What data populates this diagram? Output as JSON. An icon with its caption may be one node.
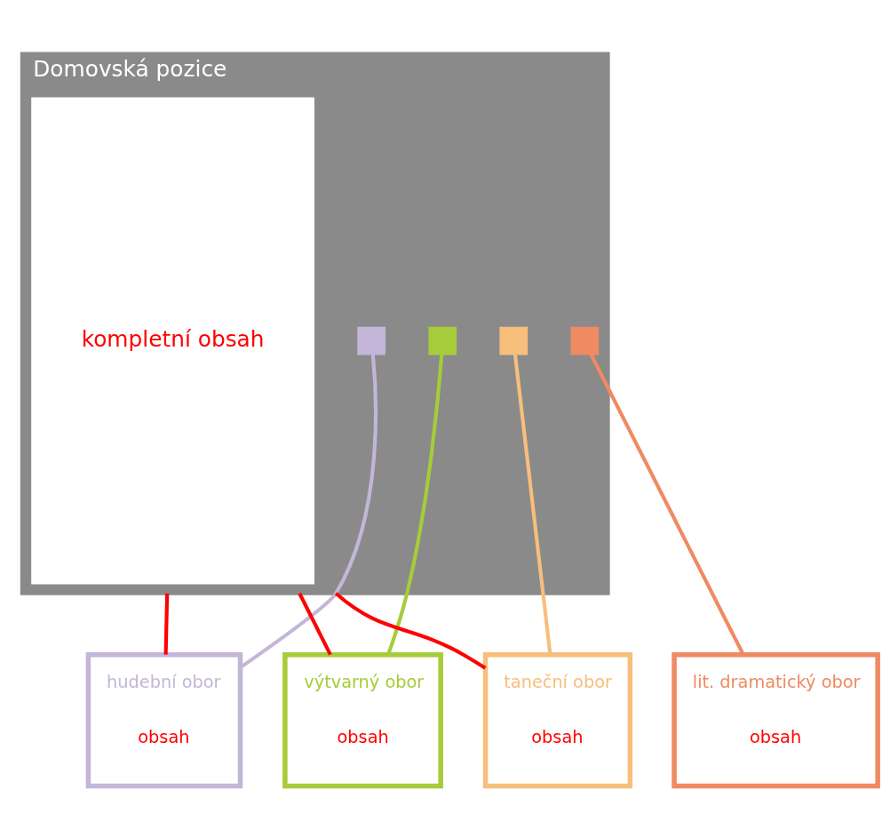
{
  "diagram": {
    "nodes": [
      {
        "text": [
          "Domovská pozice"
        ]
      },
      {
        "text": [],
        "shape": "box",
        "in": 0
      },
      {
        "text": [],
        "shape": "box",
        "in": 0
      },
      {
        "text": [],
        "shape": "box",
        "in": 0
      },
      {
        "text": [],
        "shape": "box",
        "in": 0
      },
      {
        "text": [
          "kompletní obsah"
        ],
        "in": 0
      },
      {
        "text": [
          "hudební obor",
          "obsah"
        ]
      },
      {
        "text": [
          "výtvarný obor",
          "obsah"
        ]
      },
      {
        "text": [
          "taneční obor",
          "obsah"
        ]
      },
      {
        "text": [
          "lit. dramatický obor",
          "obsah"
        ]
      }
    ],
    "edges": [
      {
        "from": 1,
        "to": 6,
        "arrow": "none",
        "color": "#c3b6d8"
      },
      {
        "from": 2,
        "to": 7,
        "arrow": "none",
        "color": "#a6cc3a"
      },
      {
        "from": 3,
        "to": 8,
        "arrow": "none",
        "color": "#f7be7c"
      },
      {
        "from": 4,
        "to": 9,
        "arrow": "none",
        "color": "#ef8a62"
      },
      {
        "from": 6,
        "to": 0,
        "arrow": "none",
        "color": "#ff0000"
      },
      {
        "from": 7,
        "to": 0,
        "arrow": "none",
        "color": "#ff0000"
      },
      {
        "from": 8,
        "to": 0,
        "arrow": "none",
        "color": "#ff0000"
      }
    ]
  }
}
